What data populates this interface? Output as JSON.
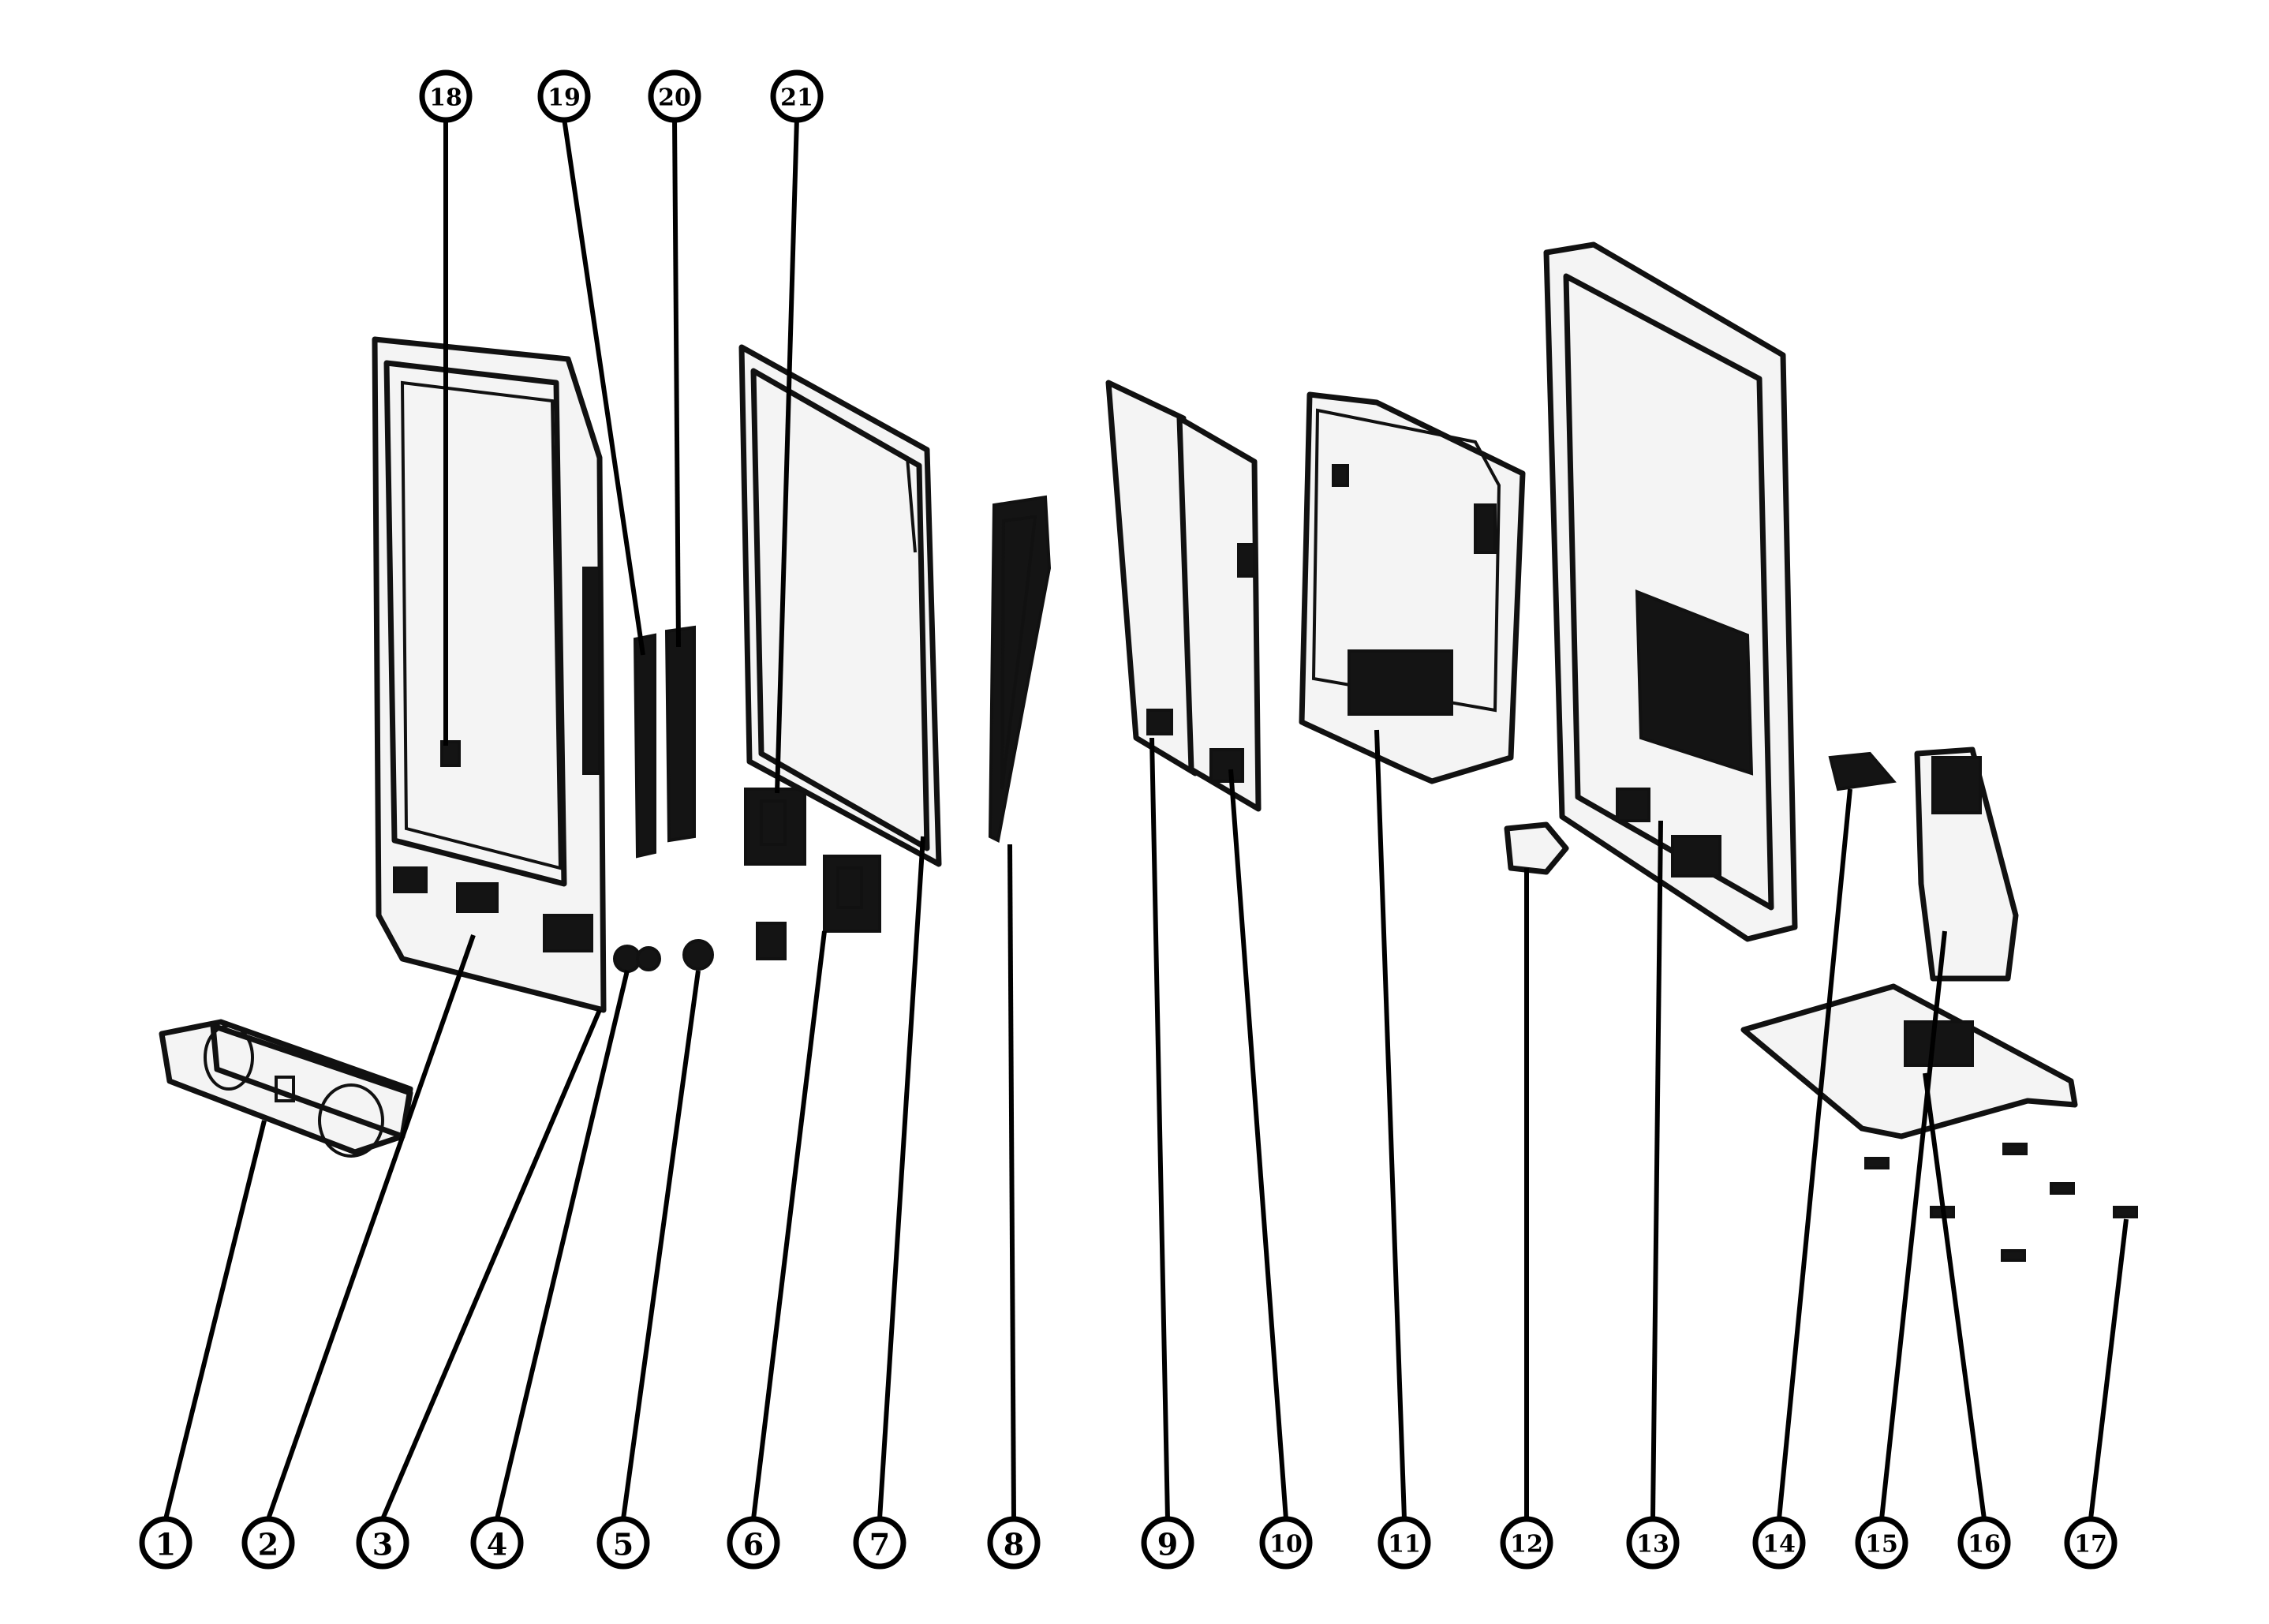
{
  "diagram": {
    "type": "exploded-view",
    "callouts_bottom": [
      "1",
      "2",
      "3",
      "4",
      "5",
      "6",
      "7",
      "8",
      "9",
      "10",
      "11",
      "12",
      "13",
      "14",
      "15",
      "16",
      "17"
    ],
    "callouts_top": [
      "18",
      "19",
      "20",
      "21"
    ]
  }
}
